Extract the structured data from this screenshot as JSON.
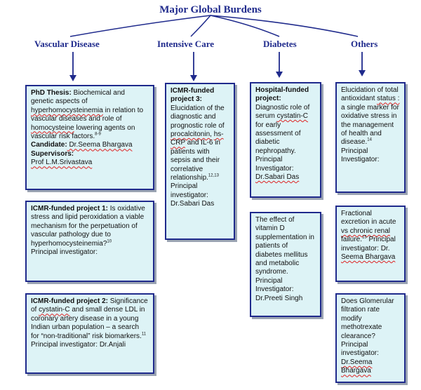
{
  "title": "Major Global Burdens",
  "categories": {
    "vascular": "Vascular Disease",
    "intensive": "Intensive Care",
    "diabetes": "Diabetes",
    "others": "Others"
  },
  "colors": {
    "line": "#1f2a8c",
    "box_fill": "#ddf3f6",
    "title": "#1f2a8c"
  },
  "boxes": {
    "v1": {
      "head": "PhD Thesis:",
      "t1": " Biochemical and genetic aspects of ",
      "s1": "hyperhomocysteinemia",
      "t2": " in relation to vascular diseases and role of ",
      "s2": "homocysteine",
      "t3": " lowering agents on vascular risk factors.",
      "ref": "8-9",
      "cand_label": "Candidate:",
      "cand_name": " Dr.Seema Bhargava",
      "sup_label": "Supervisors:",
      "sup_name": "Prof L.M.Srivastava"
    },
    "v2": {
      "head": "ICMR-funded project 1:",
      "t1": " Is oxidative stress and lipid peroxidation a viable mechanism for the perpetuation of vascular pathology due to hyperhomocysteinemia?",
      "ref": "10",
      "pi": "Principal investigator:"
    },
    "v3": {
      "head": "ICMR-funded project 2:",
      "t1": " Significance of ",
      "s1": "cystatin-C",
      "t2": " and small dense LDL in coronary artery disease in a young Indian urban population – a search for “non-traditional” risk biomarkers.",
      "ref": "11",
      "pi": "Principal investigator: Dr.Anjali"
    },
    "i1": {
      "head": "ICMR-funded project 3:",
      "t1": " Elucidation of the diagnostic and prognostic role of ",
      "s1": "procalcitonin,",
      "t2": " ",
      "s2": "hs-CRP",
      "t3": " and IL-6 in patients with sepsis and their correlative relationship.",
      "ref": "12,13",
      "pi": "Principal investigator: Dr.Sabari Das"
    },
    "d1": {
      "head": "Hospital-funded project:",
      "t1": " Diagnostic role of serum ",
      "s1": "cystatin-C",
      "t2": " for early assessment of diabetic nephropathy. Principal Investigator: ",
      "s2": "Dr.Sabari Das"
    },
    "d2": {
      "t1": "The effect of vitamin D supplementation in patients of diabetes mellitus and metabolic syndrome. Principal Investigator: Dr.Preeti Singh"
    },
    "o1": {
      "t1": "Elucidation of total antioxidant ",
      "s1": "status :",
      "t2": " a single marker for oxidative stress in the management of health and disease.",
      "ref": "14",
      "t3": " Principal Investigator:"
    },
    "o2": {
      "t1": "Fractional excretion in acute ",
      "s1": "vs chronic renal",
      "t2": " failure.",
      "ref": "15",
      "t3": " Principal investigator: Dr. ",
      "s2": "Seema Bhargava"
    },
    "o3": {
      "t1": "Does Glomerular filtration rate modify methotrexate clearance? Principal investigator: ",
      "s1": "Dr.Seema Bhargava"
    }
  }
}
